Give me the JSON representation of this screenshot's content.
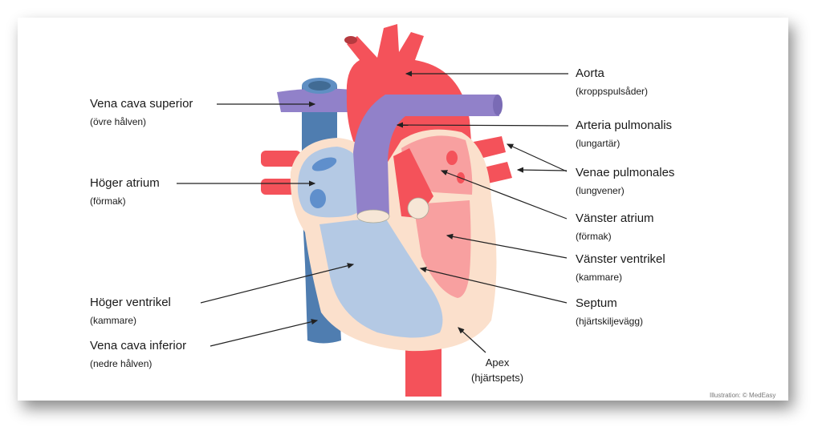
{
  "title": "Heart anatomy diagram",
  "labels": {
    "vena_cava_superior": {
      "main": "Vena cava superior",
      "sub": "(övre hålven)"
    },
    "hoger_atrium": {
      "main": "Höger atrium",
      "sub": "(förmak)"
    },
    "hoger_ventrikel": {
      "main": "Höger ventrikel",
      "sub": "(kammare)"
    },
    "vena_cava_inferior": {
      "main": "Vena cava inferior",
      "sub": "(nedre hålven)"
    },
    "aorta": {
      "main": "Aorta",
      "sub": "(kroppspulsåder)"
    },
    "arteria_pulmonalis": {
      "main": "Arteria pulmonalis",
      "sub": "(lungartär)"
    },
    "venae_pulmonales": {
      "main": "Venae pulmonales",
      "sub": "(lungvener)"
    },
    "vanster_atrium": {
      "main": "Vänster atrium",
      "sub": "(förmak)"
    },
    "vanster_ventrikel": {
      "main": "Vänster ventrikel",
      "sub": "(kammare)"
    },
    "septum": {
      "main": "Septum",
      "sub": "(hjärtskiljevägg)"
    },
    "apex": {
      "main": "Apex",
      "sub": "(hjärtspets)"
    }
  },
  "credit": "Illustration: © MedEasy",
  "colors": {
    "artery": "#f4525a",
    "vein": "#4f7db0",
    "pulmonary": "#9181c9",
    "muscle": "#fbe0cc",
    "right_chamber": "#b4c9e4",
    "left_chamber": "#f8a0a0"
  }
}
